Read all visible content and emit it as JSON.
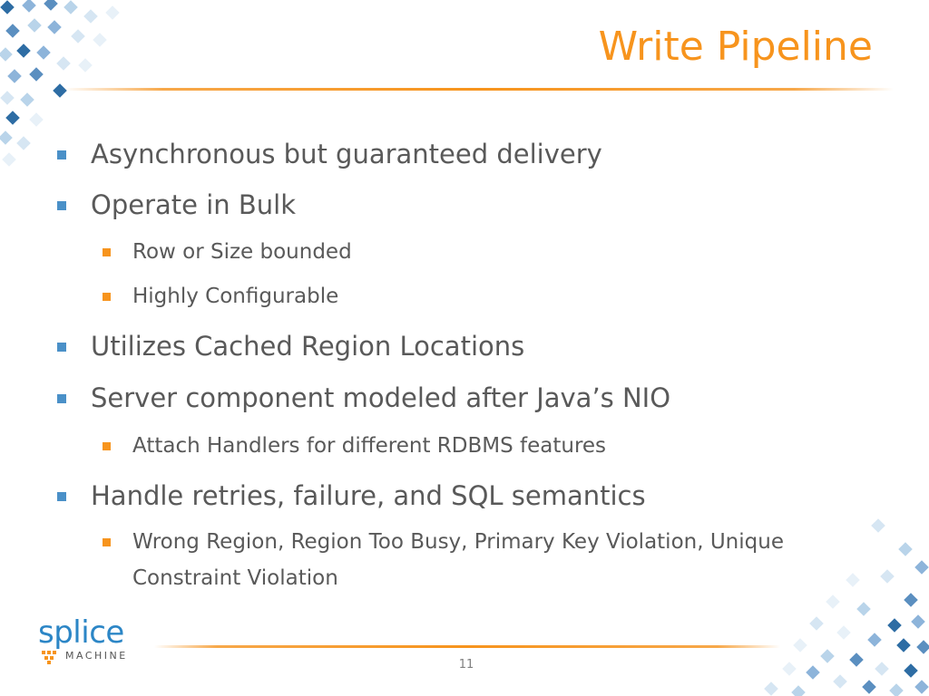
{
  "slide": {
    "title": "Write Pipeline",
    "page_number": "11",
    "bullets": [
      {
        "text": "Asynchronous but guaranteed delivery",
        "level": 1
      },
      {
        "text": "Operate in Bulk",
        "level": 1
      },
      {
        "text": "Row or Size bounded",
        "level": 2
      },
      {
        "text": "Highly Configurable",
        "level": 2
      },
      {
        "text": "Utilizes Cached Region Locations",
        "level": 1
      },
      {
        "text": "Server component modeled after Java’s NIO",
        "level": 1
      },
      {
        "text": "Attach Handlers for different RDBMS features",
        "level": 2
      },
      {
        "text": "Handle retries, failure, and SQL semantics",
        "level": 1
      },
      {
        "text": "Wrong Region, Region Too Busy, Primary Key Violation, Unique Constraint Violation",
        "level": 2
      }
    ]
  },
  "logo": {
    "wordmark": "splice",
    "subtitle": "MACHINE"
  },
  "colors": {
    "title": "#f7941d",
    "rule": "#f7941d",
    "bullet_level1": "#4a90c8",
    "bullet_level2": "#f7941d",
    "body_text": "#595959",
    "logo_blue": "#2c86c6",
    "decor_blue": "#2e6da4",
    "decor_light_blue": "#b9d4ea"
  }
}
